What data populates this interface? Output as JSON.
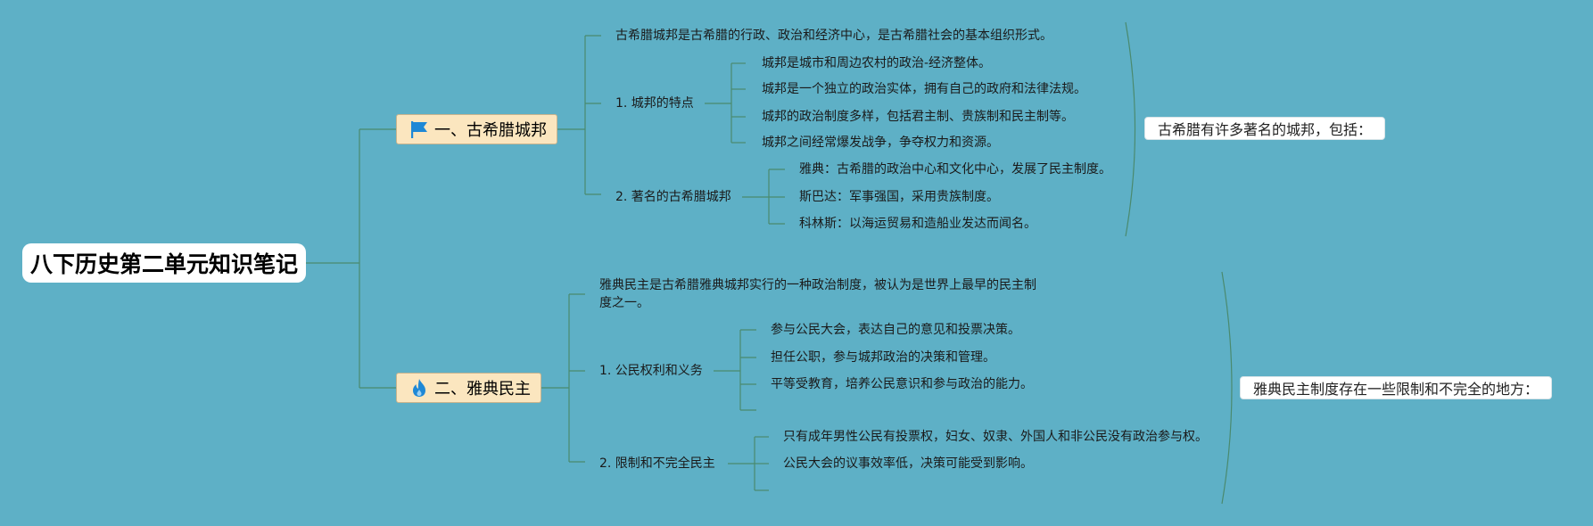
{
  "root": {
    "title": "八下历史第二单元知识笔记"
  },
  "branches": [
    {
      "title": "一、古希腊城邦",
      "icon": "flag-icon",
      "intro": "古希腊城邦是古希腊的行政、政治和经济中心，是古希腊社会的基本组织形式。",
      "sub": [
        {
          "label": "1. 城邦的特点",
          "items": [
            "城邦是城市和周边农村的政治-经济整体。",
            "城邦是一个独立的政治实体，拥有自己的政府和法律法规。",
            "城邦的政治制度多样，包括君主制、贵族制和民主制等。",
            "城邦之间经常爆发战争，争夺权力和资源。"
          ]
        },
        {
          "label": "2. 著名的古希腊城邦",
          "items": [
            "雅典：古希腊的政治中心和文化中心，发展了民主制度。",
            "斯巴达：军事强国，采用贵族制度。",
            "科林斯：以海运贸易和造船业发达而闻名。"
          ]
        }
      ],
      "summary": "古希腊有许多著名的城邦，包括："
    },
    {
      "title": "二、雅典民主",
      "icon": "fire-icon",
      "intro": "雅典民主是古希腊雅典城邦实行的一种政治制度，被认为是世界上最早的民主制度之一。",
      "sub": [
        {
          "label": "1. 公民权利和义务",
          "items": [
            "参与公民大会，表达自己的意见和投票决策。",
            "担任公职，参与城邦政治的决策和管理。",
            "平等受教育，培养公民意识和参与政治的能力。"
          ]
        },
        {
          "label": "2. 限制和不完全民主",
          "items": [
            "只有成年男性公民有投票权，妇女、奴隶、外国人和非公民没有政治参与权。",
            "公民大会的议事效率低，决策可能受到影响。"
          ]
        }
      ],
      "summary": "雅典民主制度存在一些限制和不完全的地方："
    }
  ],
  "colors": {
    "background": "#5eb0c6",
    "line": "#4a8a6e",
    "branch_fill": "#fbe6bf",
    "icon": "#1e88d6"
  }
}
